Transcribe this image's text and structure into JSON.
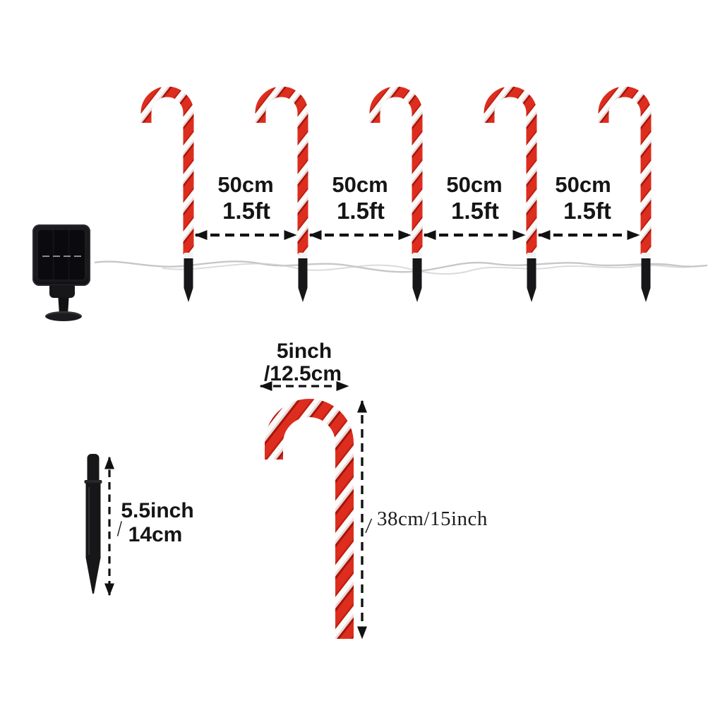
{
  "colors": {
    "cane_red": "#dd2d1f",
    "cane_red_dark": "#a81408",
    "cane_white": "#fcfbfa",
    "stake_black": "#17171a",
    "wire_gray": "#c7c7c7",
    "text_color": "#151515"
  },
  "top_section": {
    "spacing_labels": [
      {
        "metric": "50cm",
        "imperial": "1.5ft"
      },
      {
        "metric": "50cm",
        "imperial": "1.5ft"
      },
      {
        "metric": "50cm",
        "imperial": "1.5ft"
      },
      {
        "metric": "50cm",
        "imperial": "1.5ft"
      }
    ]
  },
  "bottom_section": {
    "stake": {
      "label_line1": "5.5inch",
      "label_line2": "14cm",
      "slash": "/"
    },
    "large_cane": {
      "width_line1": "5inch",
      "width_line2": "/12.5cm",
      "height_label": "38cm/15inch",
      "slash": "/"
    }
  }
}
